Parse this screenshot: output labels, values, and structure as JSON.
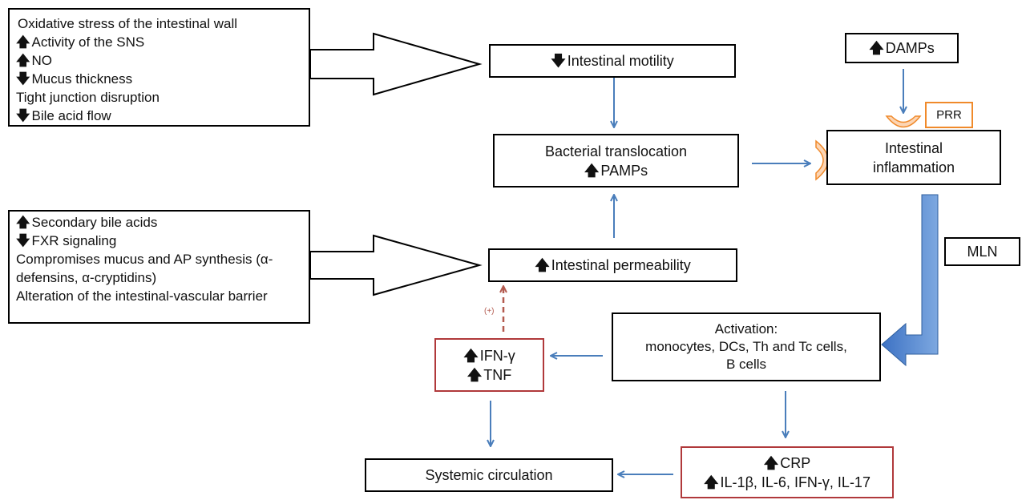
{
  "arrow_up": "🡅",
  "arrow_down": "🡇",
  "factors_top": {
    "lines": [
      {
        "arrow": "",
        "text": "Oxidative stress of the intestinal wall"
      },
      {
        "arrow": "up",
        "text": "Activity of the SNS"
      },
      {
        "arrow": "up",
        "text": "NO"
      },
      {
        "arrow": "down",
        "text": "Mucus thickness"
      },
      {
        "arrow": "",
        "text": "Tight junction disruption"
      },
      {
        "arrow": "down",
        "text": "Bile acid flow"
      }
    ]
  },
  "factors_bottom": {
    "lines": [
      {
        "arrow": "up",
        "text": "Secondary bile acids"
      },
      {
        "arrow": "down",
        "text": "FXR signaling"
      },
      {
        "arrow": "",
        "text": "Compromises mucus and AP synthesis (α-"
      },
      {
        "arrow": "",
        "text": "defensins, α-cryptidins)"
      },
      {
        "arrow": "",
        "text": "Alteration of the intestinal-vascular barrier"
      }
    ]
  },
  "nodes": {
    "motility": {
      "arrow": "down",
      "text": "Intestinal motility"
    },
    "translocation": {
      "line1": "Bacterial translocation",
      "arrow": "up",
      "line2": "PAMPs"
    },
    "permeability": {
      "arrow": "up",
      "text": "Intestinal permeability"
    },
    "damps": {
      "arrow": "up",
      "text": "DAMPs"
    },
    "prr": {
      "text": "PRR"
    },
    "inflammation": {
      "line1": "Intestinal",
      "line2": "inflammation"
    },
    "mln": {
      "text": "MLN"
    },
    "activation": {
      "line1": "Activation:",
      "line2": "monocytes, DCs, Th and Tc cells,",
      "line3": "B cells"
    },
    "cytokines_left": {
      "arrow1": "up",
      "line1": "IFN-γ",
      "arrow2": "up",
      "line2": "TNF"
    },
    "plus": {
      "text": "(+)"
    },
    "systemic": {
      "text": "Systemic circulation"
    },
    "cytokines_bottom": {
      "arrow1": "up",
      "line1": "CRP",
      "arrow2": "up",
      "line2": "IL-1β, IL-6, IFN-γ, IL-17"
    }
  },
  "colors": {
    "arrow_blue": "#4a7ebb",
    "red_border": "#b0393b",
    "dashed_red": "#b35a4f",
    "prr_orange": "#f08a2b",
    "receptor_fill": "#fcd5b4"
  }
}
